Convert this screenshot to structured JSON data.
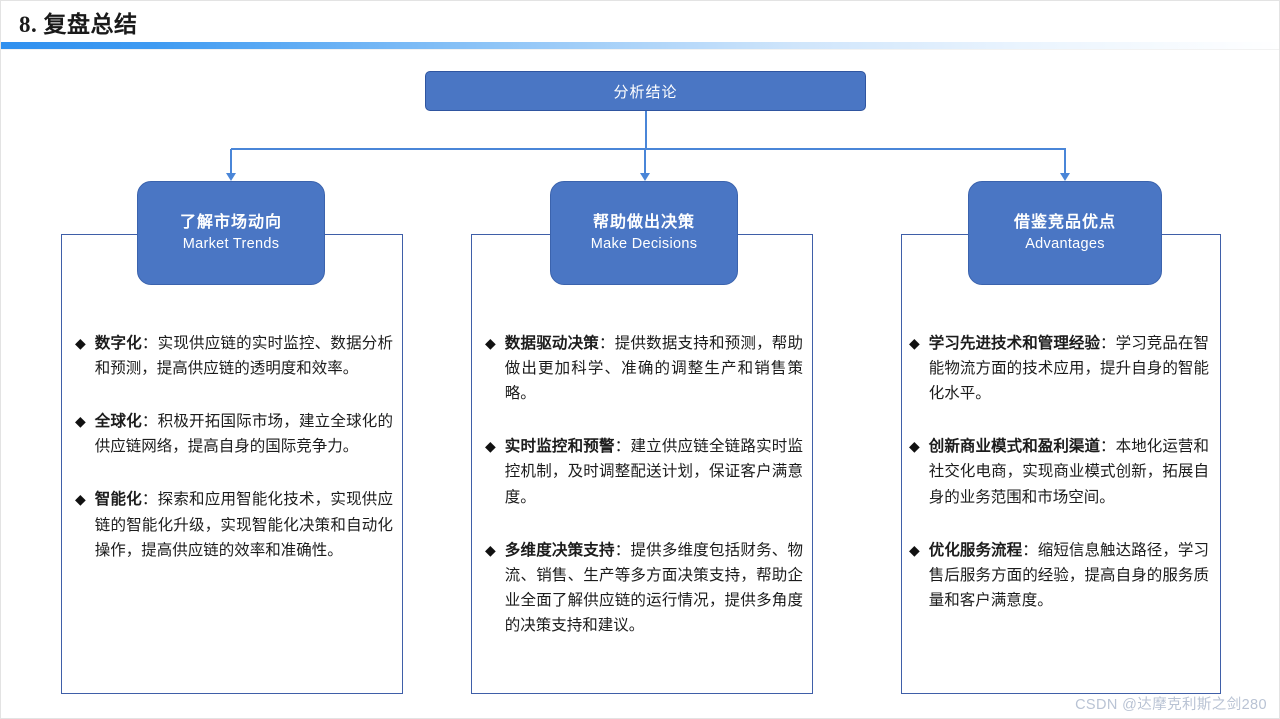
{
  "header": {
    "number": "8.",
    "title": "8.  复盘总结"
  },
  "diagram": {
    "root": {
      "label": "分析结论"
    },
    "columns": [
      {
        "id": "market-trends",
        "title_cn": "了解市场动向",
        "title_en": "Market Trends",
        "bullet_marker": "◆",
        "bullets": [
          {
            "term": "数字化",
            "separator": "：",
            "body": "实现供应链的实时监控、数据分析和预测，提高供应链的透明度和效率。"
          },
          {
            "term": "全球化",
            "separator": "：",
            "body": "积极开拓国际市场，建立全球化的供应链网络，提高自身的国际竞争力。"
          },
          {
            "term": "智能化",
            "separator": "：",
            "body": "探索和应用智能化技术，实现供应链的智能化升级，实现智能化决策和自动化操作，提高供应链的效率和准确性。"
          }
        ]
      },
      {
        "id": "make-decisions",
        "title_cn": "帮助做出决策",
        "title_en": "Make Decisions",
        "bullet_marker": "◆",
        "bullets": [
          {
            "term": "数据驱动决策",
            "separator": "：",
            "body": "提供数据支持和预测，帮助做出更加科学、准确的调整生产和销售策略。"
          },
          {
            "term": "实时监控和预警",
            "separator": "：",
            "body": "建立供应链全链路实时监控机制，及时调整配送计划，保证客户满意度。"
          },
          {
            "term": "多维度决策支持",
            "separator": "：",
            "body": "提供多维度包括财务、物流、销售、生产等多方面决策支持，帮助企业全面了解供应链的运行情况，提供多角度的决策支持和建议。"
          }
        ]
      },
      {
        "id": "advantages",
        "title_cn": "借鉴竞品优点",
        "title_en": "Advantages",
        "bullet_marker": "◆",
        "bullets": [
          {
            "term": "学习先进技术和管理经验",
            "separator": "：",
            "body": "学习竞品在智能物流方面的技术应用，提升自身的智能化水平。"
          },
          {
            "term": "创新商业模式和盈利渠道",
            "separator": "：",
            "body": "本地化运营和社交化电商，实现商业模式创新，拓展自身的业务范围和市场空间。"
          },
          {
            "term": "优化服务流程",
            "separator": "：",
            "body": "缩短信息触达路径，学习售后服务方面的经验，提高自身的服务质量和客户满意度。"
          }
        ]
      }
    ]
  },
  "watermark": {
    "text": "CSDN @达摩克利斯之剑280"
  },
  "colors": {
    "node_fill": "#4A76C4",
    "node_border": "#3B63AD",
    "frame_border": "#3F5FA8",
    "connector": "#4A86D8",
    "header_rule": "#2F90EF",
    "text": "#1C1C1C",
    "watermark": "#B9C3D4"
  }
}
